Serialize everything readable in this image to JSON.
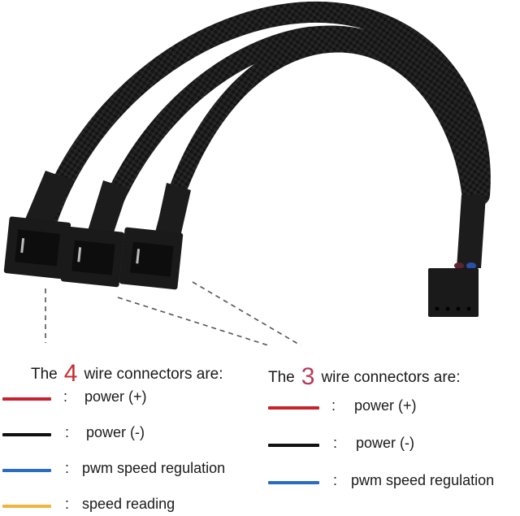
{
  "image": {
    "subject": "3-way fan splitter cable, black sleeved, one 4-pin female connector to three 3-pin/4-pin male fan connectors",
    "connectors_left_count": 3,
    "connector_right_pins": 4
  },
  "legend_4wire": {
    "prefix": "The",
    "number": "4",
    "suffix": "wire connectors are:",
    "number_color": "#c62a2f",
    "items": [
      {
        "color": "#c8232b",
        "colon": ":",
        "label": "power (+)"
      },
      {
        "color": "#111111",
        "colon": ":",
        "label": "power (-)"
      },
      {
        "color": "#2a6bc4",
        "colon": ":",
        "label": "pwm speed regulation"
      },
      {
        "color": "#f0b540",
        "colon": ":",
        "label": "speed reading"
      }
    ]
  },
  "legend_3wire": {
    "prefix": "The",
    "number": "3",
    "suffix": "wire connectors are:",
    "number_color": "#b83a5a",
    "items": [
      {
        "color": "#c8232b",
        "colon": ":",
        "label": "power (+)"
      },
      {
        "color": "#111111",
        "colon": ":",
        "label": "power (-)"
      },
      {
        "color": "#2a6bc4",
        "colon": ":",
        "label": "pwm speed regulation"
      }
    ]
  }
}
